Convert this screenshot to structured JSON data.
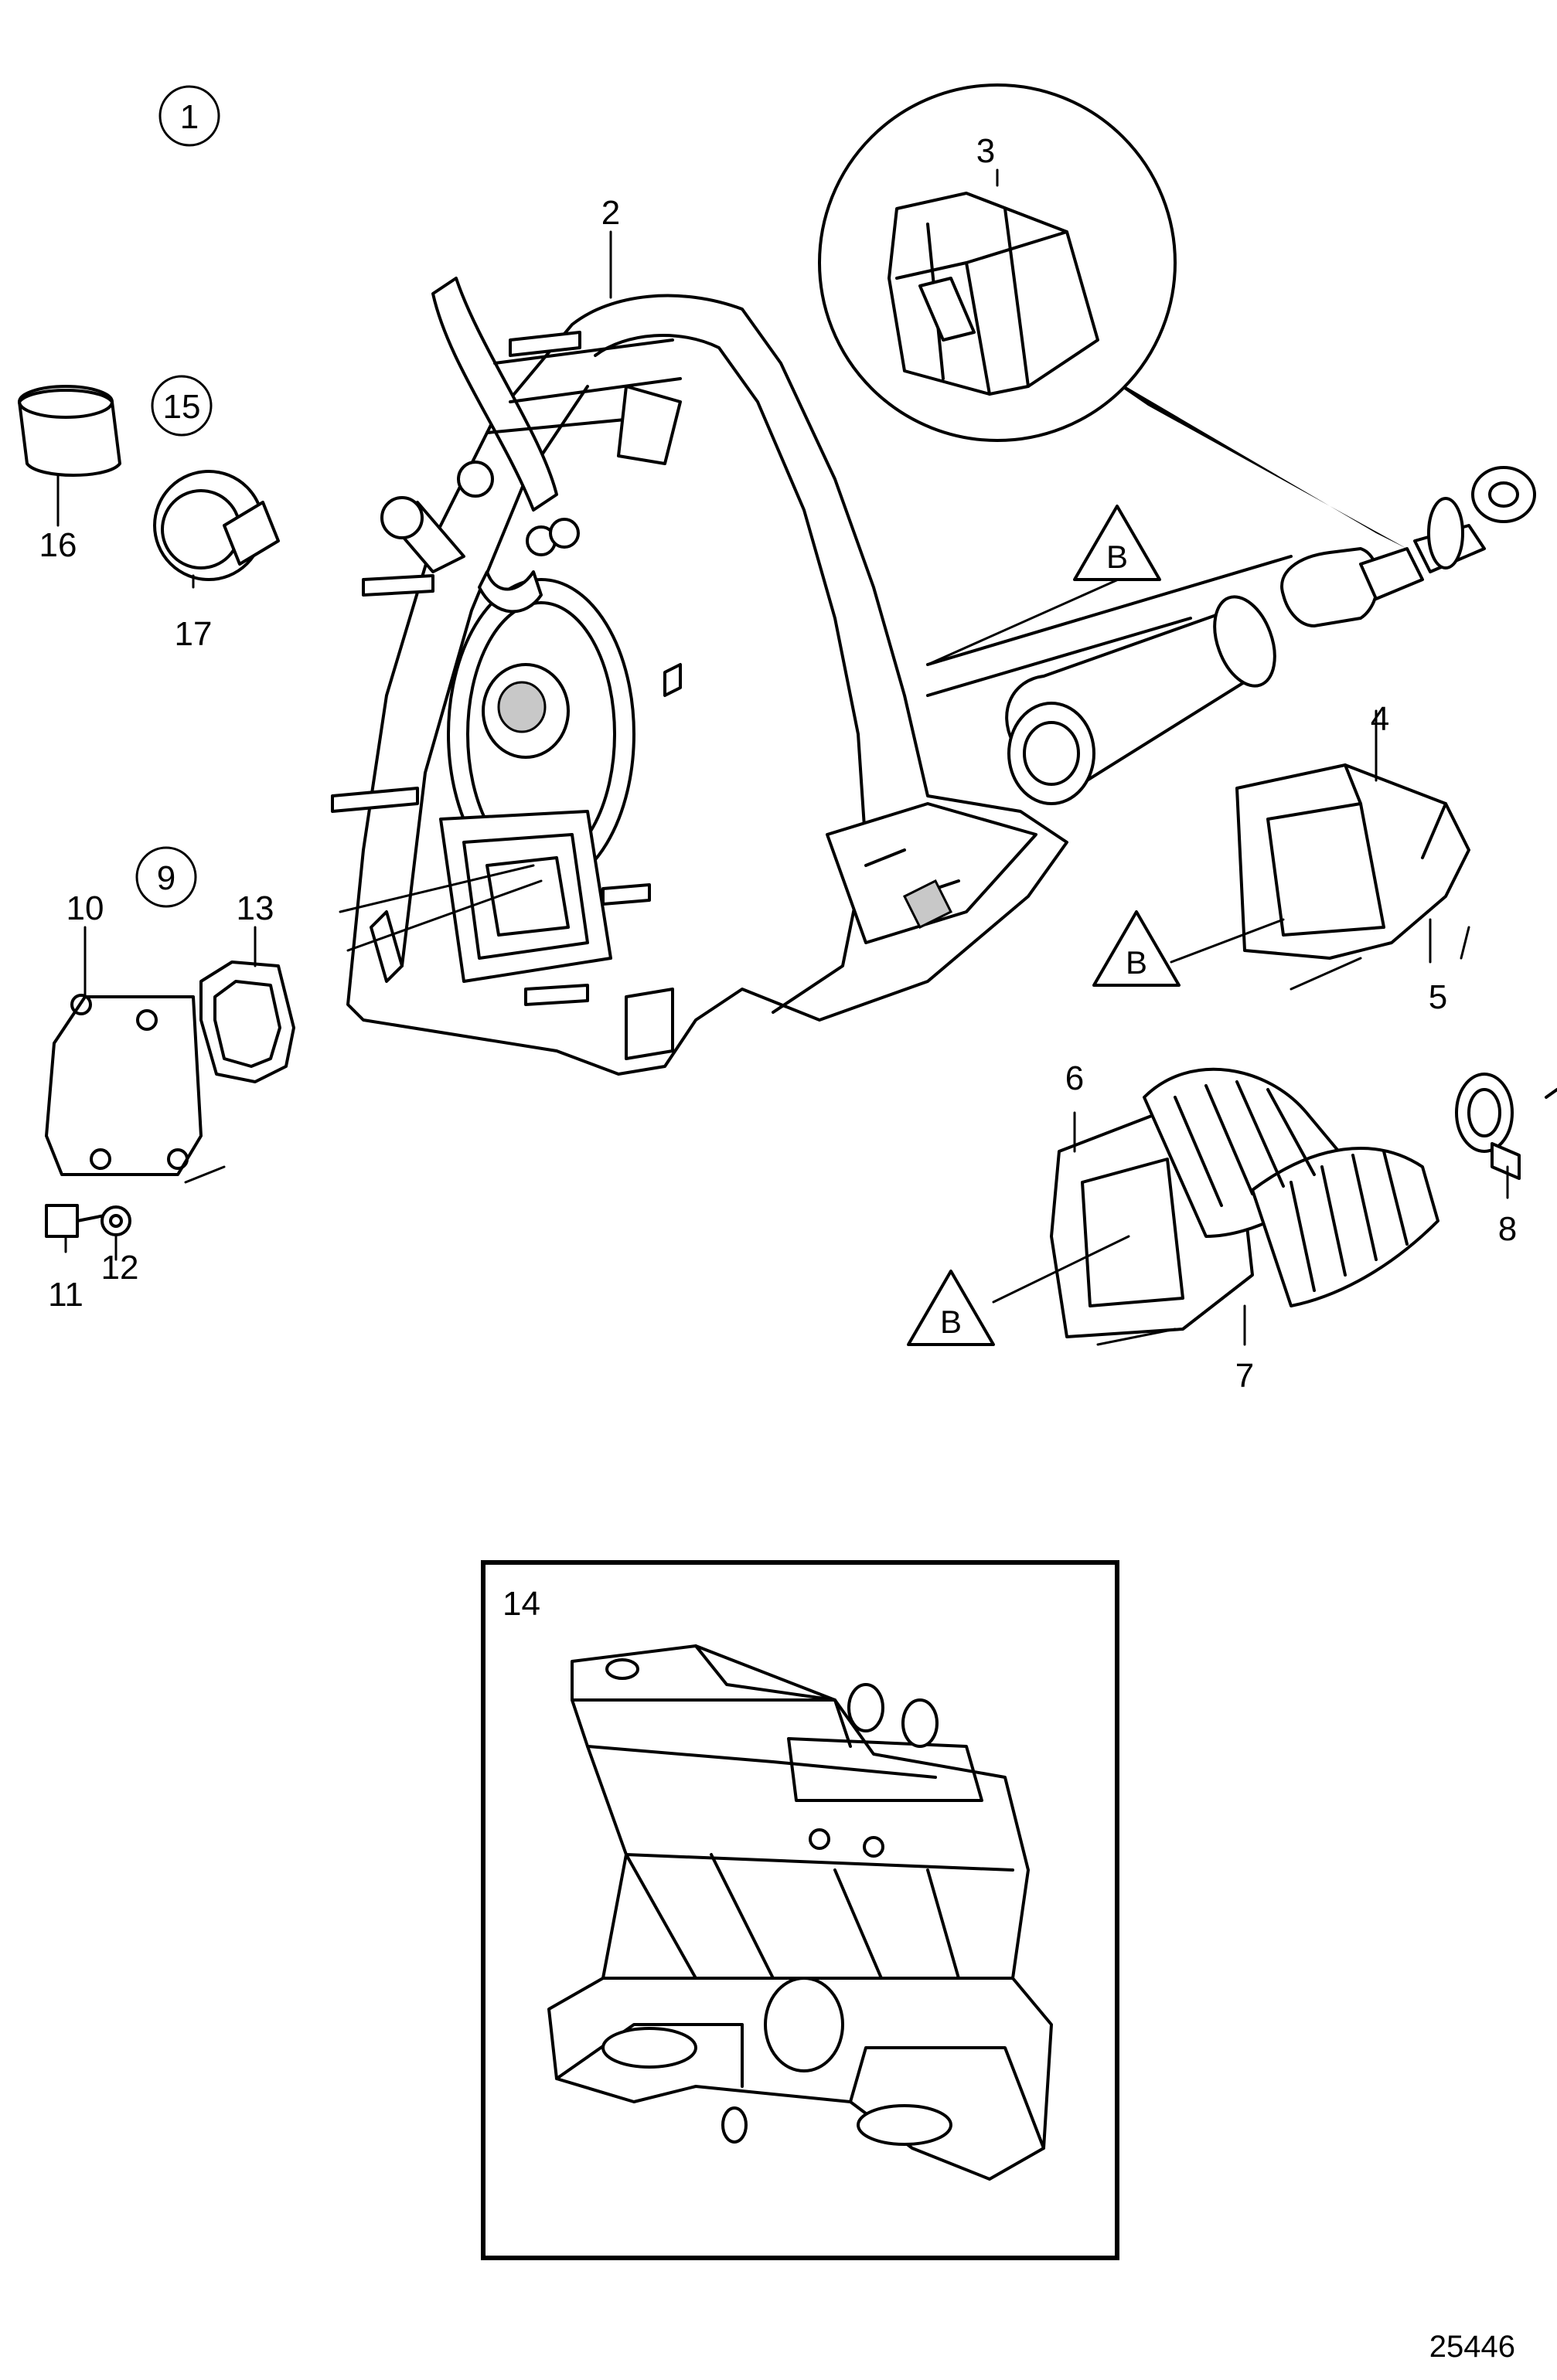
{
  "callouts": {
    "c1": "1",
    "c2": "2",
    "c3": "3",
    "c4": "4",
    "c5": "5",
    "c6": "6",
    "c7": "7",
    "c8": "8",
    "c9": "9",
    "c10": "10",
    "c11": "11",
    "c12": "12",
    "c13": "13",
    "c14": "14",
    "c15": "15",
    "c16": "16",
    "c17": "17"
  },
  "reference_marker": "B",
  "drawing_number": "25446"
}
